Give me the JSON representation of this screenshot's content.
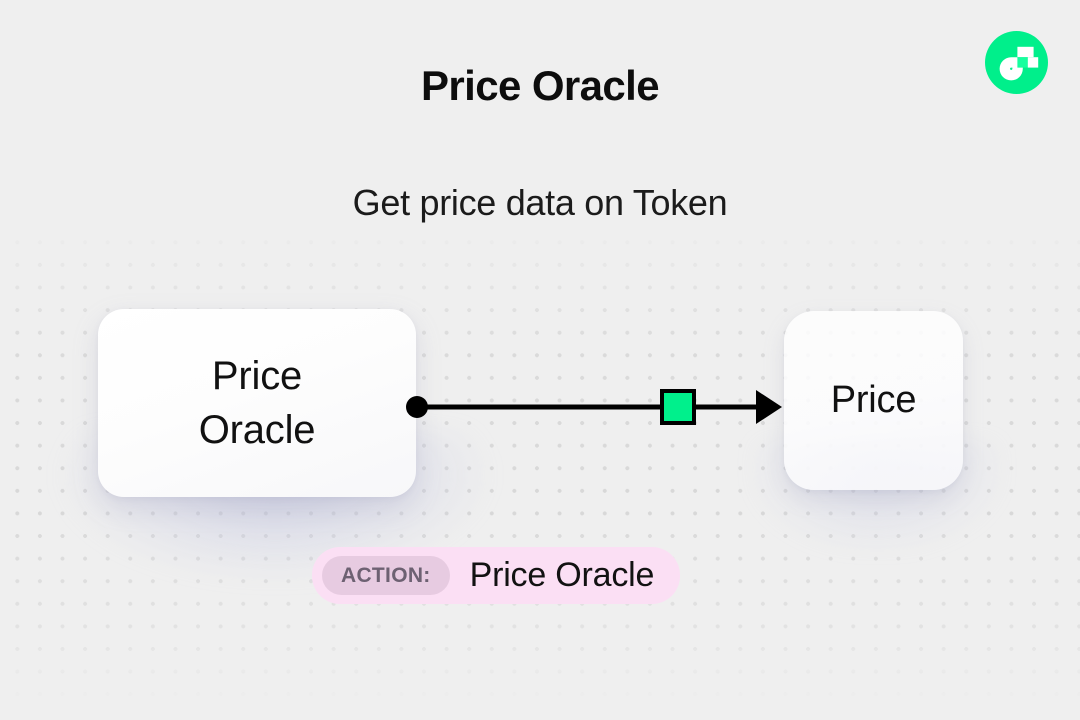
{
  "header": {
    "title": "Price Oracle",
    "subtitle": "Get price data on Token",
    "logo_icon": "flow-logo-icon",
    "logo_color": "#00ef8b"
  },
  "diagram": {
    "type": "flow-diagram",
    "nodes": [
      {
        "id": "source",
        "label_line1": "Price",
        "label_line2": "Oracle",
        "role": "source-node"
      },
      {
        "id": "target",
        "label": "Price",
        "role": "target-node"
      }
    ],
    "connector": {
      "from": "source",
      "to": "target",
      "start_handle": "dot",
      "end_handle": "arrow",
      "marker_icon": "green-square-marker",
      "marker_color": "#00f08c",
      "line_color": "#000000"
    }
  },
  "action": {
    "tag_label": "ACTION:",
    "value": "Price Oracle",
    "chip_color": "#fbdff4",
    "tag_color": "#e7cbe1"
  },
  "theme": {
    "background": "#efefef",
    "dot_color": "#d8d8d8",
    "accent": "#00ef8b"
  }
}
